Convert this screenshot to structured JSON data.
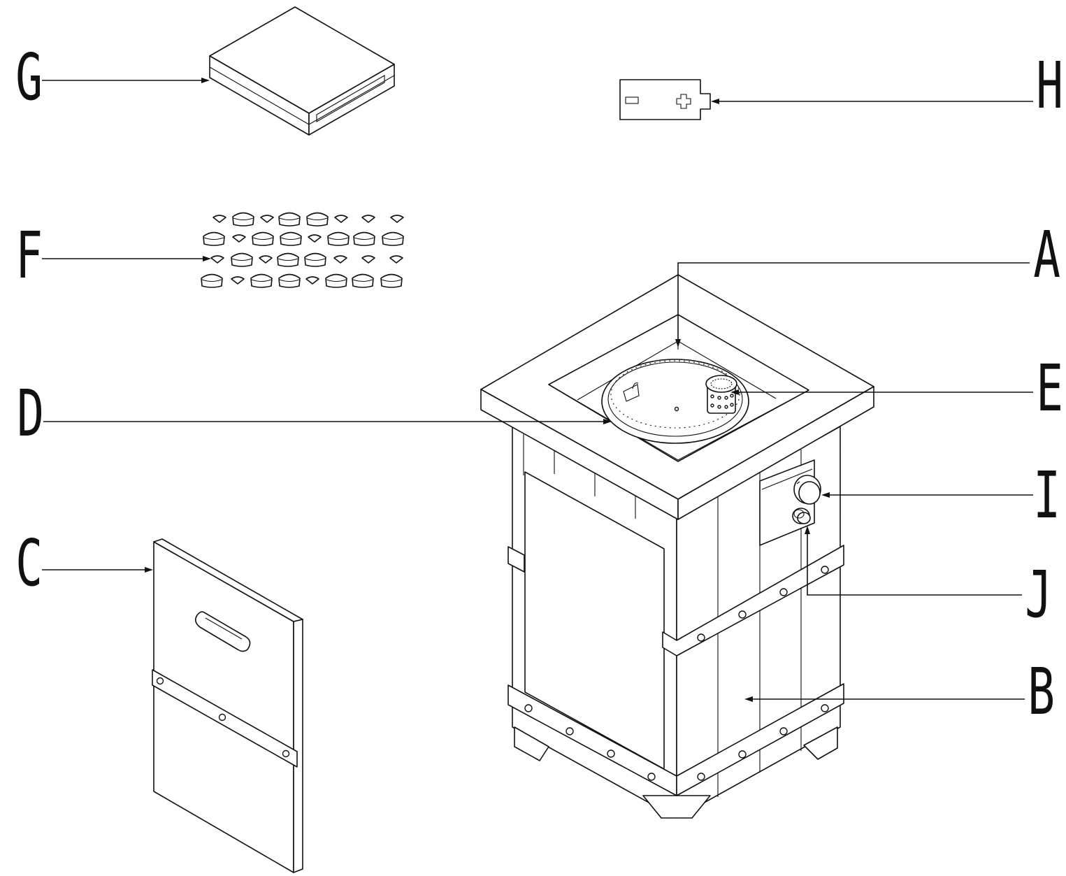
{
  "diagram": {
    "callouts": [
      {
        "id": "G",
        "letter": "G",
        "part": "fire-pit-cover"
      },
      {
        "id": "H",
        "letter": "H",
        "part": "battery"
      },
      {
        "id": "F",
        "letter": "F",
        "part": "lava-rocks"
      },
      {
        "id": "A",
        "letter": "A",
        "part": "tabletop"
      },
      {
        "id": "E",
        "letter": "E",
        "part": "igniter"
      },
      {
        "id": "D",
        "letter": "D",
        "part": "burner-ring"
      },
      {
        "id": "I",
        "letter": "I",
        "part": "control-knob"
      },
      {
        "id": "C",
        "letter": "C",
        "part": "door-panel"
      },
      {
        "id": "J",
        "letter": "J",
        "part": "ignition-button"
      },
      {
        "id": "B",
        "letter": "B",
        "part": "base-body"
      }
    ],
    "battery_symbols": {
      "negative": "−",
      "positive": "+"
    },
    "line_color": "#111111",
    "background": "#ffffff"
  }
}
